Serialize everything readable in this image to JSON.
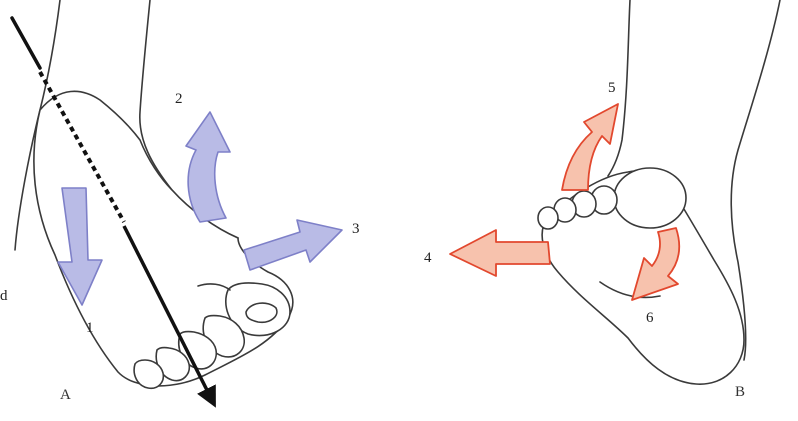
{
  "labels": {
    "m1": "1",
    "m2": "2",
    "m3": "3",
    "m4": "4",
    "m5": "5",
    "m6": "6",
    "panel_a": "A",
    "panel_b": "B",
    "edge_char": "d"
  },
  "colors": {
    "blue_fill": "#b9bbe6",
    "blue_stroke": "#7e80c8",
    "red_fill": "#f7c2ad",
    "red_stroke": "#e2482e",
    "axis": "#111111"
  }
}
